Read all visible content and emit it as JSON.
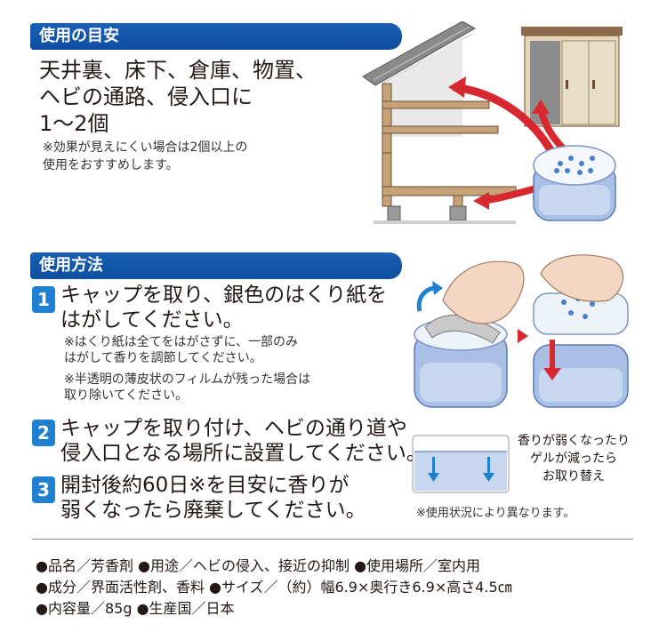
{
  "section1": {
    "title": "使用の目安",
    "lead_lines": [
      "天井裏、床下、倉庫、物置、",
      "ヘビの通路、侵入口に",
      "1〜2個"
    ],
    "note_lines": [
      "※効果が見えにくい場合は2個以上の",
      "使用をおすすめします。"
    ]
  },
  "section2": {
    "title": "使用方法",
    "steps": [
      {
        "number": "1",
        "lines": [
          "キャップを取り、銀色のはくり紙を",
          "はがしてください。"
        ]
      },
      {
        "number": "2",
        "lines": [
          "キャップを取り付け、ヘビの通り道や",
          "侵入口となる場所に設置してください。"
        ]
      },
      {
        "number": "3",
        "lines": [
          "開封後約60日※を目安に香りが",
          "弱くなったら廃棄してください。"
        ]
      }
    ],
    "step1_notes": [
      [
        "※はくり紙は全てをはがさずに、一部のみ",
        "はがして香りを調節してください。"
      ],
      [
        "※半透明の薄皮状のフィルムが残った場合は",
        "取り除いてください。"
      ]
    ],
    "replace_lines": [
      "香りが弱くなったり",
      "ゲルが減ったら",
      "お取り替え"
    ],
    "usage_note": "※使用状況により異なります。"
  },
  "specs": {
    "line1": "●品名／芳香剤 ●用途／ヘビの侵入、接近の抑制 ●使用場所／室内用",
    "line2": "●成分／界面活性剤、香料 ●サイズ／（約）幅6.9×奥行き6.9×高さ4.5㎝",
    "line3": "●内容量／85g ●生産国／日本"
  },
  "colors": {
    "section_bar": "#0d4f9f",
    "step_badge": "#1f7fd0",
    "arrow_red": "#d7282f",
    "product_blue": "#a9bfe6"
  }
}
